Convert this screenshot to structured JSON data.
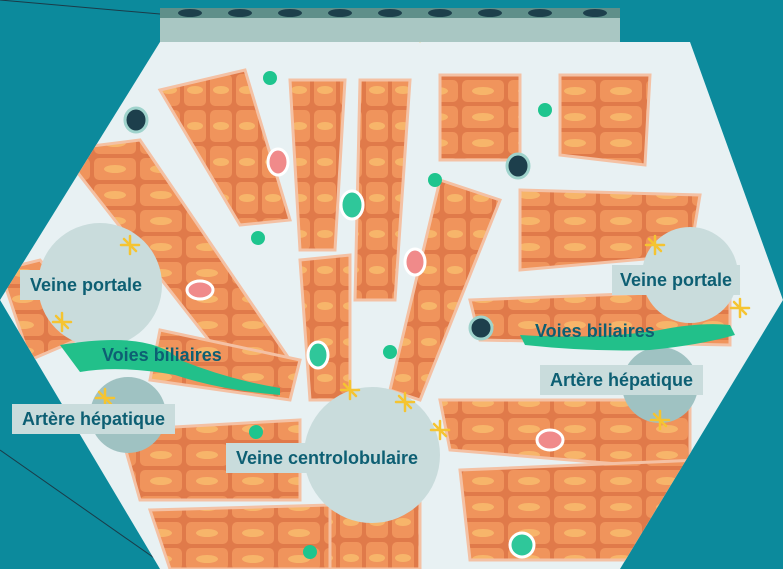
{
  "labels": {
    "portal_vein_left": "Veine portale",
    "portal_vein_right": "Veine portale",
    "bile_ducts_left": "Voies biliaires",
    "bile_ducts_right": "Voies biliaires",
    "hepatic_artery_left": "Artère hépatique",
    "hepatic_artery_right": "Artère hépatique",
    "central_vein": "Veine centrolobulaire"
  },
  "colors": {
    "background": "#0c8a9c",
    "sinusoid": "#e8f1f3",
    "hepatocyte_cord": "#e07a4a",
    "hepatocyte_cell": "#f0945c",
    "nucleus": "#f7b56a",
    "vessel": "#c9dcdc",
    "bile": "#22c08a",
    "capsule": "#a9c7c3",
    "label_text": "#0d5f73",
    "stellate": "#f5c431"
  }
}
